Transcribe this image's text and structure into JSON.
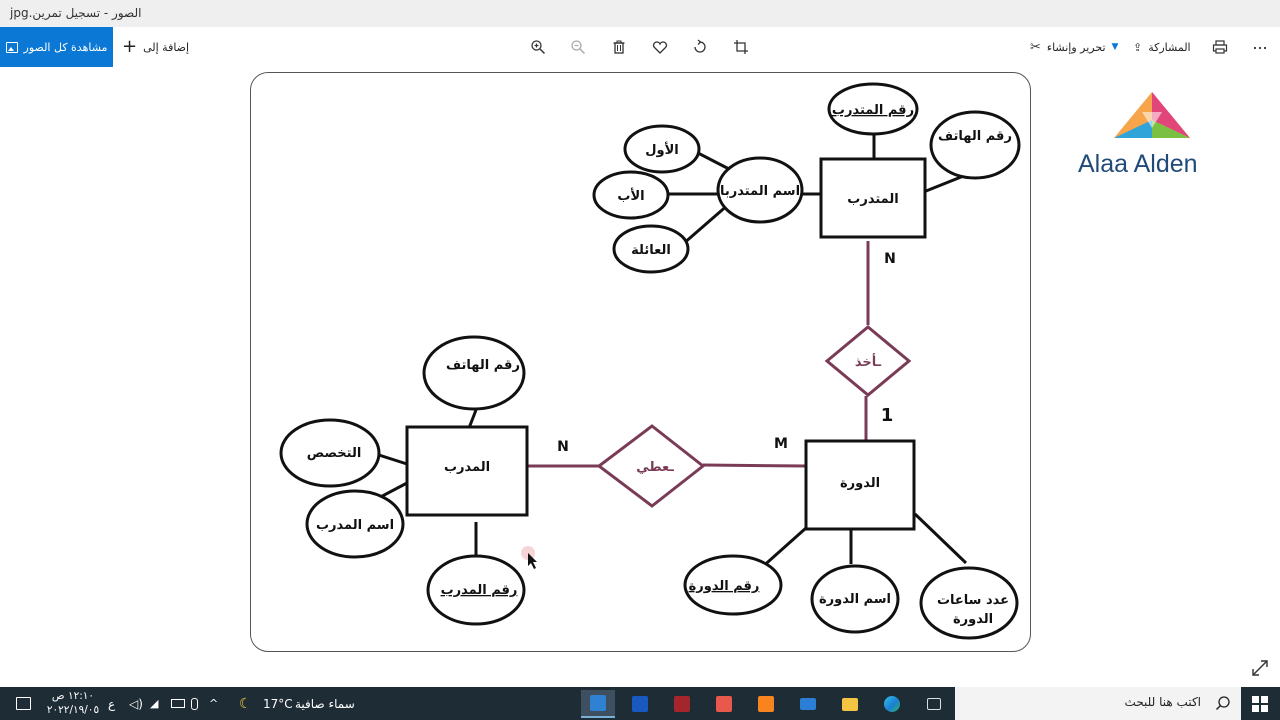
{
  "window": {
    "title": "الصور - تسجيل تمرين.jpg"
  },
  "toolbar": {
    "all_photos_label": "مشاهدة كل الصور",
    "add_to_label": "إضافة إلى",
    "edit_create_label": "تحرير وإنشاء",
    "share_label": "المشاركة"
  },
  "brand": {
    "name": "Alaa Alden"
  },
  "diagram": {
    "trainee_entity": "المتدرب",
    "trainee_id": "رقم المتدرب",
    "trainee_phone": "رقم الهاتف",
    "trainee_name": "اسم المتدربا",
    "first_name": "الأول",
    "father_name": "الأب",
    "family_name": "العائلة",
    "takes_relation": "ـأخذ",
    "card_n_top": "N",
    "card_1": "1",
    "course_entity": "الدورة",
    "gives_relation": "ـعطي",
    "card_n_left": "N",
    "card_m": "M",
    "trainer_entity": "المدرب",
    "trainer_phone": "رقم الهاتف",
    "specialty": "التخصص",
    "trainer_name": "اسم المدرب",
    "trainer_id": "رقم المدرب",
    "course_id": "رقم الدورة",
    "course_name": "اسم الدورة",
    "course_hours_1": "عدد ساعات",
    "course_hours_2": "الدورة"
  },
  "taskbar": {
    "search_placeholder": "اكتب هنا للبحث",
    "weather_text": "سماء صافية",
    "temperature": "17°C",
    "keyboard_lang": "ع",
    "time": "١٢:١٠ ص",
    "date": "٢٠٢٢/١٩/٠٥"
  },
  "colors": {
    "accent": "#0a78d4",
    "relation": "#7a3b57",
    "taskbar": "#1e2c35"
  }
}
